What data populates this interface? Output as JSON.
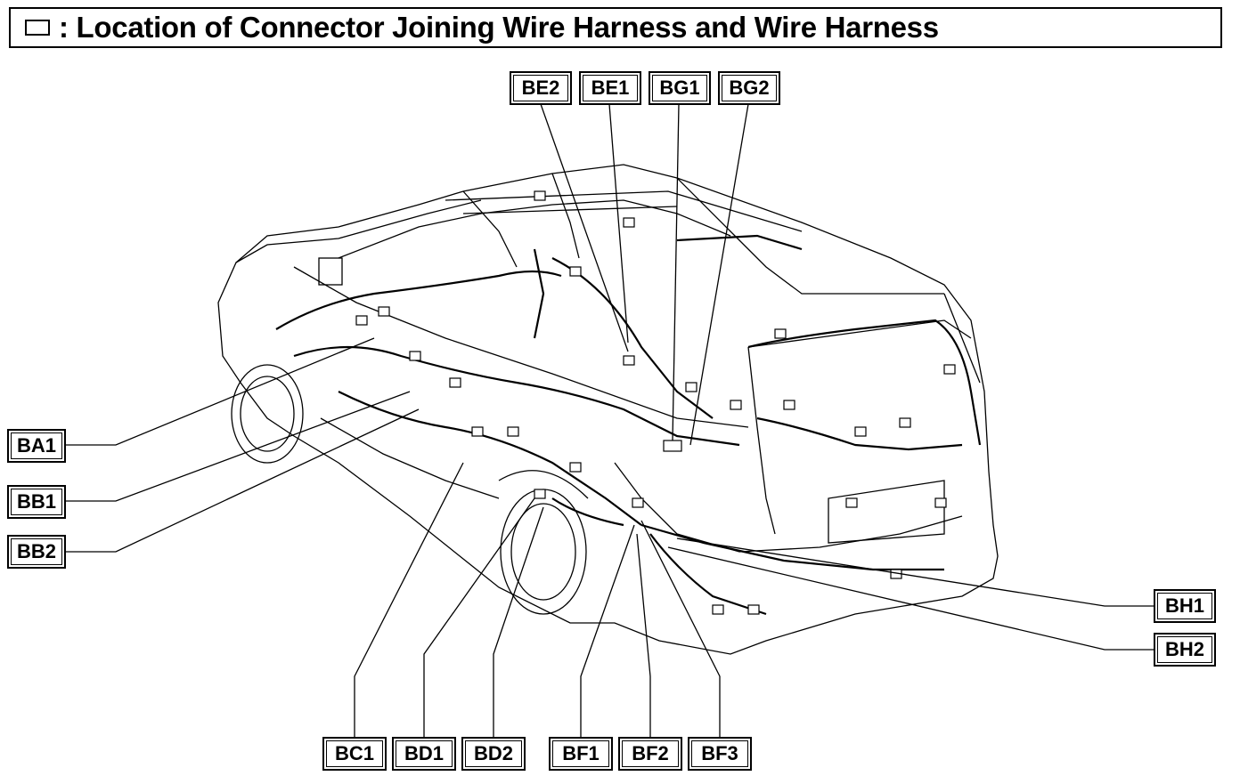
{
  "title": ": Location of Connector Joining Wire Harness and Wire Harness",
  "labels": {
    "BE2": "BE2",
    "BE1": "BE1",
    "BG1": "BG1",
    "BG2": "BG2",
    "BA1": "BA1",
    "BB1": "BB1",
    "BB2": "BB2",
    "BC1": "BC1",
    "BD1": "BD1",
    "BD2": "BD2",
    "BF1": "BF1",
    "BF2": "BF2",
    "BF3": "BF3",
    "BH1": "BH1",
    "BH2": "BH2"
  }
}
